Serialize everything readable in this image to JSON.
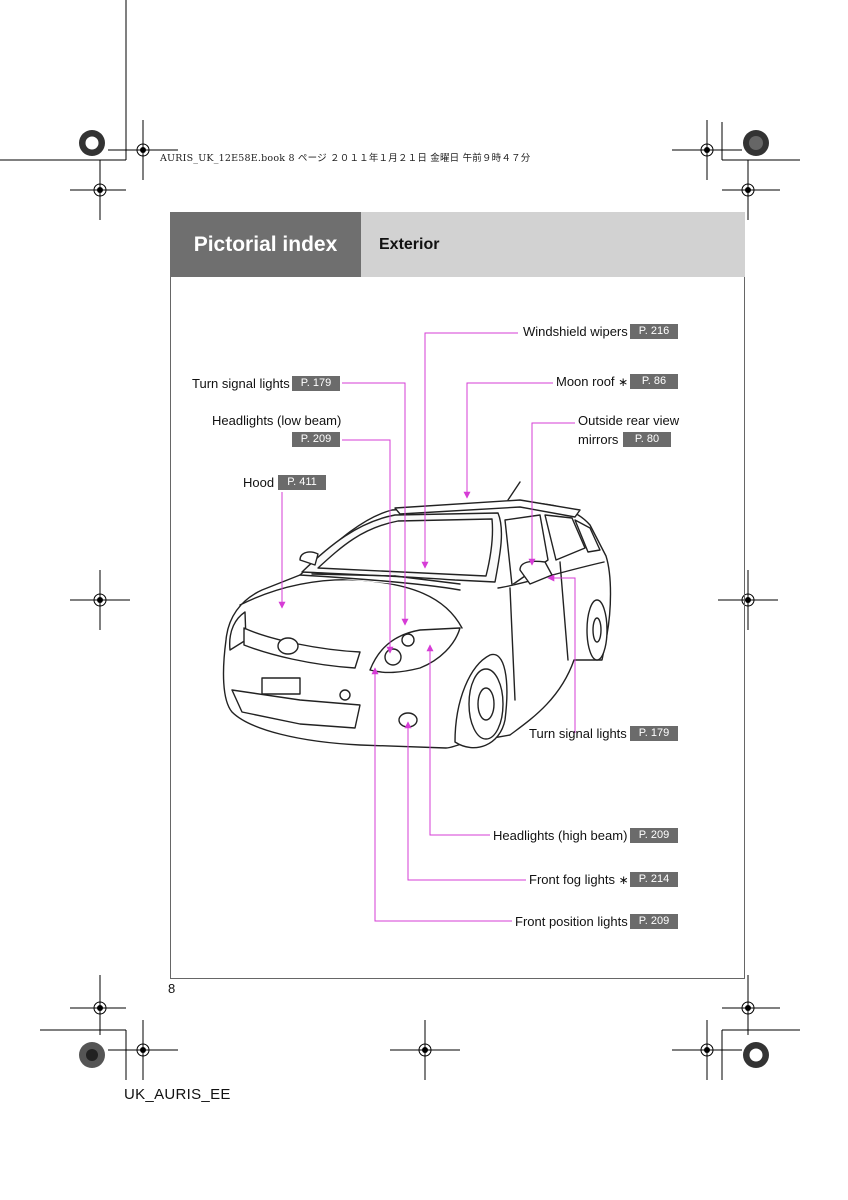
{
  "print_header": "AURIS_UK_12E58E.book  8 ページ  ２０１１年１月２１日  金曜日  午前９時４７分",
  "header": {
    "section": "Pictorial index",
    "subsection": "Exterior"
  },
  "callouts": {
    "windshield_wipers": {
      "label": "Windshield wipers",
      "ref": "P. 216"
    },
    "turn_signal_lights_front": {
      "label": "Turn signal lights",
      "ref": "P. 179"
    },
    "moon_roof": {
      "label": "Moon roof",
      "note": "∗",
      "ref": "P. 86"
    },
    "headlights_low": {
      "label": "Headlights (low beam)",
      "ref": "P. 209"
    },
    "outside_mirrors": {
      "label_line1": "Outside rear view",
      "label_line2": "mirrors",
      "ref": "P. 80"
    },
    "hood": {
      "label": "Hood",
      "ref": "P. 411"
    },
    "turn_signal_lights_side": {
      "label": "Turn signal lights",
      "ref": "P. 179"
    },
    "headlights_high": {
      "label": "Headlights (high beam)",
      "ref": "P. 209"
    },
    "front_fog_lights": {
      "label": "Front fog lights",
      "note": "∗",
      "ref": "P. 214"
    },
    "front_position_lights": {
      "label": "Front position lights",
      "ref": "P. 209"
    }
  },
  "leader_color": "#d63cd6",
  "page_number": "8",
  "footer_code": "UK_AURIS_EE"
}
